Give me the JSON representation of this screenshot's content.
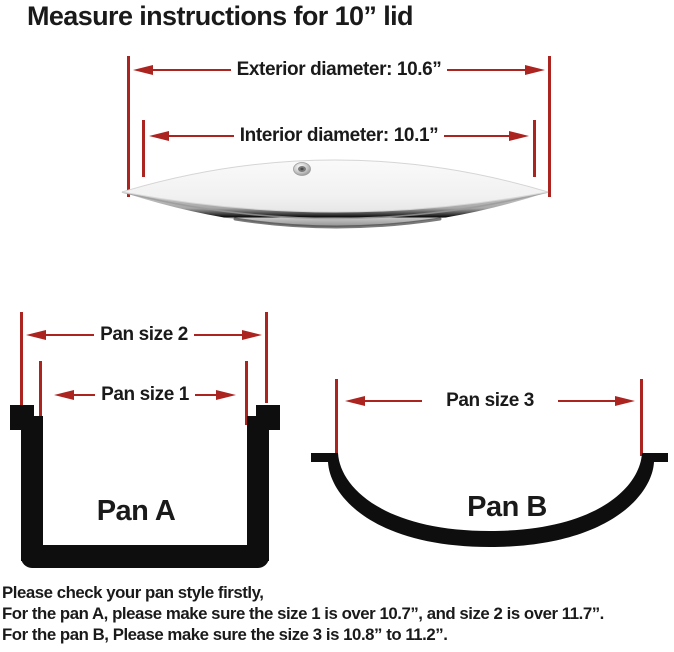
{
  "title": "Measure instructions for 10” lid",
  "lid": {
    "exterior_label": "Exterior diameter:  10.6”",
    "interior_label": "Interior diameter:  10.1”"
  },
  "pan_a": {
    "label": "Pan A",
    "size1_label": "Pan size 1",
    "size2_label": "Pan size 2"
  },
  "pan_b": {
    "label": "Pan B",
    "size3_label": "Pan size 3"
  },
  "notes": {
    "line1": "Please check your pan style firstly,",
    "line2": "For the pan A, please make sure the size 1 is over 10.7”, and size 2 is over 11.7”.",
    "line3": "For the pan B, Please make sure the size 3 is 10.8” to 11.2”."
  },
  "colors": {
    "measure_red": "#ac2420",
    "text": "#1a1a1a"
  }
}
